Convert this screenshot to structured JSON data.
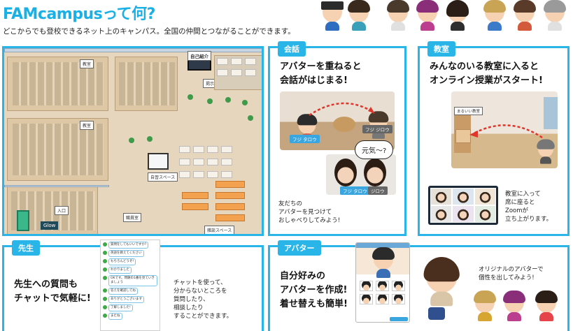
{
  "header": {
    "title": "FAMcampusって何?",
    "subtitle": "どこからでも登校できるネット上のキャンパス。全国の仲間とつながることができます。"
  },
  "map": {
    "labels": {
      "intro_sign": "自己紹介",
      "board_sign": "掲示板",
      "exam_space": "自習スペース",
      "entrance": "入口",
      "entrance_logo": "Glow",
      "chat_space": "雑談スペース",
      "classroom_a": "教室",
      "classroom_b": "教室",
      "staff": "職員室"
    }
  },
  "panels": {
    "conversation": {
      "tag": "会話",
      "heading_line1": "アバターを重ねると",
      "heading_line2": "会話がはじまる!",
      "name_1": "フジ タロウ",
      "name_2": "フジ ジロウ",
      "name_3": "フジ タロウ",
      "name_4": "ジロウ",
      "speech": "元気〜?",
      "note_line1": "友だちの",
      "note_line2": "アバターを見つけて",
      "note_line3": "おしゃべりしてみよう!"
    },
    "classroom": {
      "tag": "教室",
      "heading_line1": "みんなのいる教室に入ると",
      "heading_line2": "オンライン授業がスタート!",
      "room_sign": "まるいい教室",
      "note_line1": "教室に入って",
      "note_line2": "席に座ると",
      "note_line3": "Zoomが",
      "note_line4": "立ち上がります。"
    },
    "teacher": {
      "tag": "先生",
      "heading_line1": "先生への質問も",
      "heading_line2": "チャットで気軽に!",
      "note_line1": "チャットを使って、",
      "note_line2": "分からないところを",
      "note_line3": "質問したり、",
      "note_line4": "相談したり",
      "note_line5": "することができます。",
      "chat": [
        {
          "meta": "",
          "text": "質問をしてもいいですか?"
        },
        {
          "meta": "",
          "text": "英語を教えてください"
        },
        {
          "meta": "",
          "text": "もちろんどうぞ!"
        },
        {
          "meta": "",
          "text": "わかりました"
        },
        {
          "meta": "",
          "text": "OKです。問題の1番を見ていきましょう"
        },
        {
          "meta": "",
          "text": "答えを確認してね"
        },
        {
          "meta": "",
          "text": "ありがとうございます"
        },
        {
          "meta": "",
          "text": "了解しました!"
        },
        {
          "meta": "",
          "text": "またね"
        }
      ]
    },
    "avatar": {
      "tag": "アバター",
      "heading_line1": "自分好みの",
      "heading_line2": "アバターを作成!",
      "heading_line3": "着せ替えも簡単!",
      "note_line1": "オリジナルのアバターで",
      "note_line2": "個性を出してみよう!"
    }
  },
  "colors": {
    "accent": "#29b5e8",
    "title": "#1ab0e6"
  }
}
